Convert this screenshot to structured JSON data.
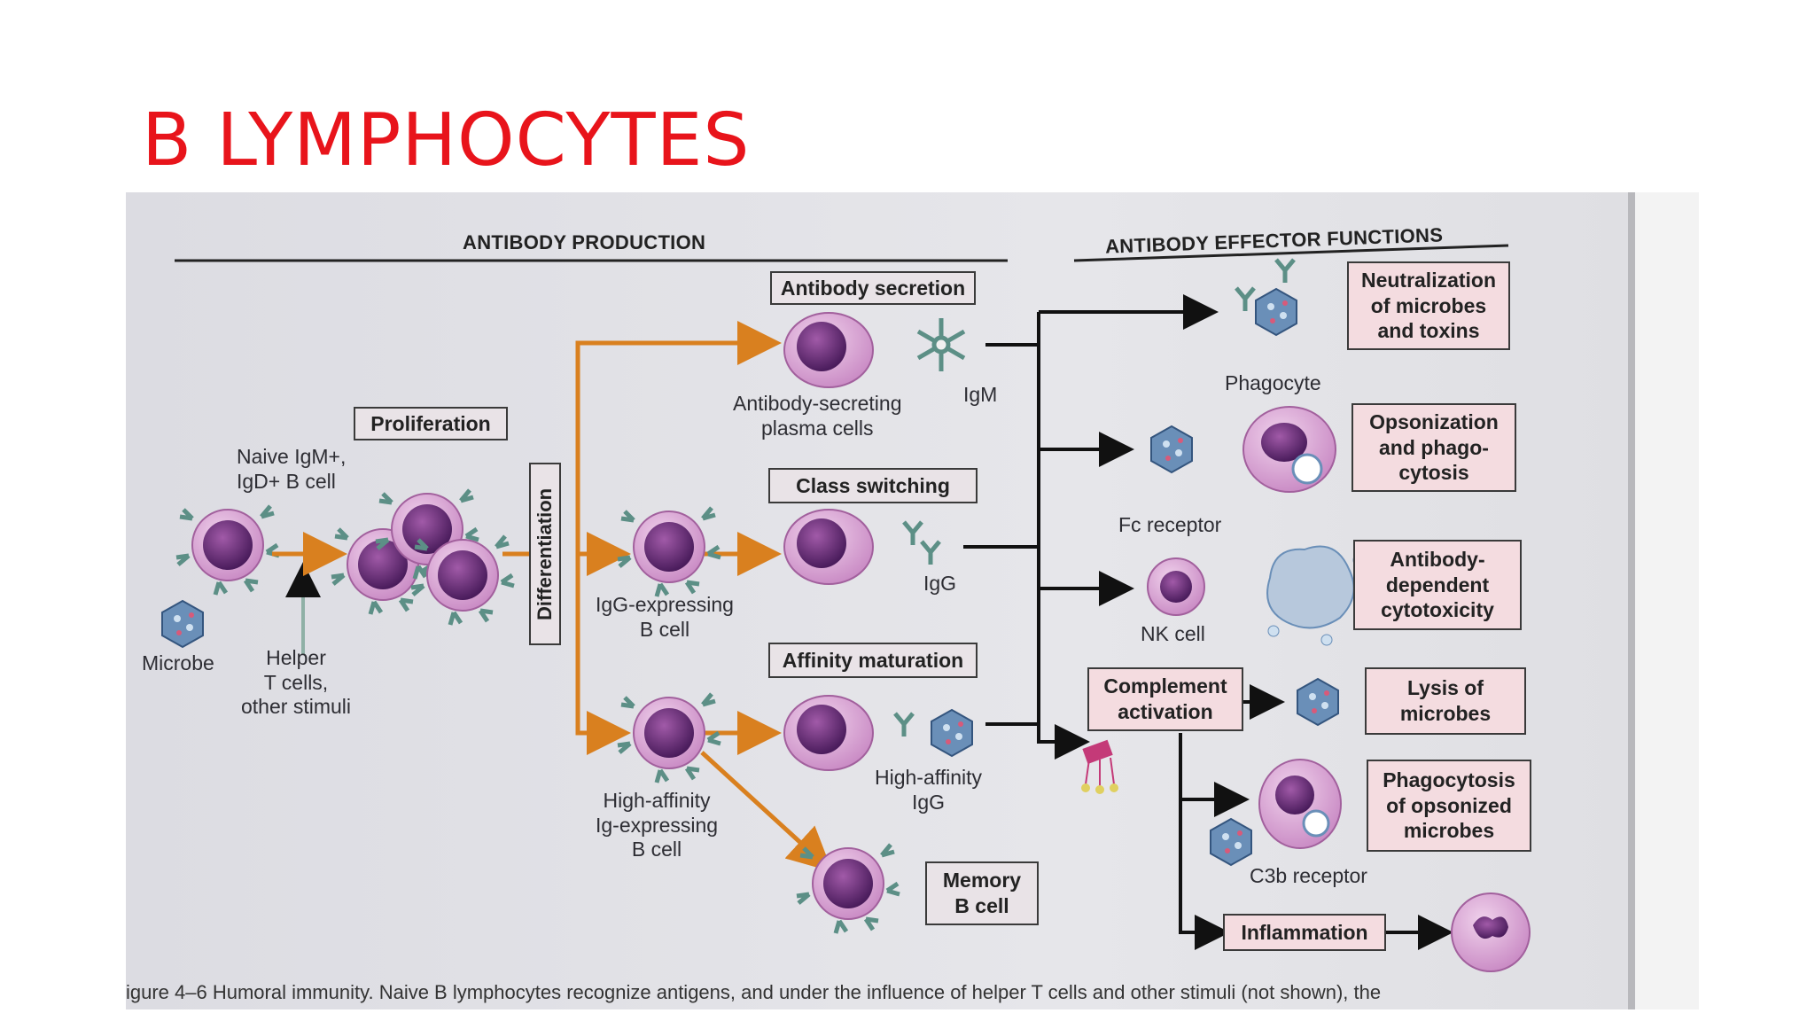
{
  "slide": {
    "title": "B LYMPHOCYTES"
  },
  "figure": {
    "headers": {
      "production": "ANTIBODY PRODUCTION",
      "effector": "ANTIBODY EFFECTOR FUNCTIONS"
    },
    "boxes": {
      "proliferation": "Proliferation",
      "differentiation": "Differentiation",
      "antibody_secretion": "Antibody secretion",
      "class_switching": "Class switching",
      "affinity_maturation": "Affinity maturation",
      "memory": "Memory\nB cell",
      "neutralization": "Neutralization\nof microbes\nand toxins",
      "opsonization": "Opsonization\nand phago-\ncytosis",
      "adcc": "Antibody-\ndependent\ncytotoxicity",
      "complement": "Complement\nactivation",
      "lysis": "Lysis of\nmicrobes",
      "phagocytosis_opsonized": "Phagocytosis\nof opsonized\nmicrobes",
      "inflammation": "Inflammation"
    },
    "labels": {
      "naive": "Naive IgM+,\nIgD+ B cell",
      "microbe": "Microbe",
      "helper": "Helper\nT cells,\nother stimuli",
      "plasma": "Antibody-secreting\nplasma cells",
      "igm": "IgM",
      "igg_b": "IgG-expressing\nB cell",
      "igg": "IgG",
      "high_aff_b": "High-affinity\nIg-expressing\nB cell",
      "high_aff_igg": "High-affinity\nIgG",
      "phagocyte": "Phagocyte",
      "fc_receptor": "Fc receptor",
      "nk_cell": "NK cell",
      "c3b_receptor": "C3b receptor"
    },
    "caption": "igure 4–6  Humoral immunity. Naive B lymphocytes recognize antigens, and under the influence of helper T cells and other stimuli (not shown), the"
  },
  "colors": {
    "title": "#e8141b",
    "arrow_orange": "#d9801f",
    "cell_purple": "#7a3a8a",
    "cell_pink": "#d9a7d4"
  }
}
